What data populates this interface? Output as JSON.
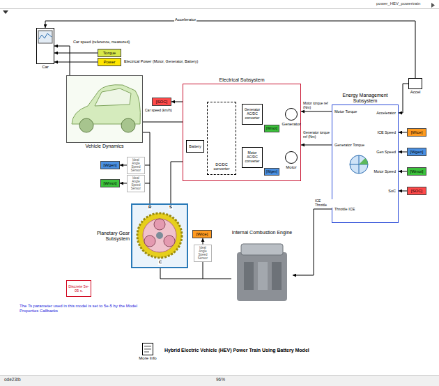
{
  "diagram": {
    "title": "Hybrid Electric Vehicle (HEV) Power Train Using Battery Model",
    "nodes": [
      {
        "text": [
          "Car"
        ]
      },
      {
        "text": [
          "Torque"
        ]
      },
      {
        "text": [
          "Power"
        ]
      },
      {
        "text": [
          "Vehicle Dynamics"
        ]
      },
      {
        "text": [
          "Electrical Subsystem"
        ]
      },
      {
        "text": [
          "Battery"
        ],
        "in": 4
      },
      {
        "text": [
          "DC/DC converter"
        ],
        "in": 4
      },
      {
        "text": [
          "Generator AC/DC converter"
        ],
        "in": 4
      },
      {
        "text": [
          "Motor AC/DC converter"
        ],
        "in": 4
      },
      {
        "text": [
          "[Wmot]"
        ],
        "in": 4
      },
      {
        "text": [
          "[Wgen]"
        ],
        "in": 4
      },
      {
        "text": [
          "Generator"
        ],
        "in": 4
      },
      {
        "text": [
          "Motor"
        ],
        "in": 4
      },
      {
        "text": [
          "Energy Management Subsystem",
          "Accelerator",
          "ICE Speed",
          "Gen Speed",
          "Motor Speed",
          "SoC",
          "Motor Torque",
          "Generator Torque",
          "Throttle ICE"
        ]
      },
      {
        "text": [
          "Accel"
        ]
      },
      {
        "text": [
          "[Wice]"
        ]
      },
      {
        "text": [
          "[Wgen]"
        ]
      },
      {
        "text": [
          "[Wmot]"
        ]
      },
      {
        "text": [
          "[SOC]"
        ]
      },
      {
        "text": [
          "[SOC]"
        ]
      },
      {
        "text": [
          "Ideal Angle Speed Sensor"
        ]
      },
      {
        "text": [
          "Ideal Angle Speed Sensor"
        ]
      },
      {
        "text": [
          "[Wgen]"
        ]
      },
      {
        "text": [
          "[Wmot]"
        ]
      },
      {
        "text": [
          "Planetary Gear Subsystem",
          "R",
          "S",
          "C"
        ]
      },
      {
        "text": [
          "Ideal Angle Speed Sensor"
        ]
      },
      {
        "text": [
          "[Wice]"
        ]
      },
      {
        "text": [
          "Internal Combustion Engine"
        ]
      },
      {
        "text": [
          "Discrete 5e-05 s."
        ]
      },
      {
        "text": [
          "More Info"
        ]
      }
    ],
    "edges": [
      {
        "from": 14,
        "to": 0,
        "label": "Accelerator",
        "arrow": "to"
      },
      {
        "from": 14,
        "to": 13,
        "arrow": "to"
      },
      {
        "from": 3,
        "to": 0,
        "label": "Car speed (reference, measured)",
        "arrow": "to"
      },
      {
        "from": 1,
        "to": 0,
        "arrow": "to"
      },
      {
        "from": 2,
        "to": 0,
        "arrow": "to"
      },
      {
        "from": 13,
        "to": 4,
        "label": "Motor torque ref (Nm)",
        "arrow": "to"
      },
      {
        "from": 13,
        "to": 4,
        "label": "Generator torque ref (Nm)",
        "arrow": "to"
      },
      {
        "from": 13,
        "to": 27,
        "label": "ICE Throttle",
        "arrow": "to"
      },
      {
        "from": 15,
        "to": 13,
        "arrow": "to"
      },
      {
        "from": 16,
        "to": 13,
        "arrow": "to"
      },
      {
        "from": 17,
        "to": 13,
        "arrow": "to"
      },
      {
        "from": 18,
        "to": 13,
        "arrow": "to"
      },
      {
        "from": 4,
        "to": 19,
        "arrow": "to"
      },
      {
        "from": 4,
        "to": 3,
        "arrow": "none"
      },
      {
        "from": 24,
        "to": 3,
        "arrow": "none"
      },
      {
        "from": 24,
        "to": 4,
        "arrow": "none"
      },
      {
        "from": 20,
        "to": 22,
        "arrow": "to"
      },
      {
        "from": 21,
        "to": 23,
        "arrow": "to"
      },
      {
        "from": 25,
        "to": 26,
        "arrow": "to"
      },
      {
        "from": 27,
        "to": 24,
        "arrow": "none"
      },
      {
        "from": 5,
        "to": 6,
        "arrow": "none"
      },
      {
        "from": 6,
        "to": 7,
        "arrow": "none"
      },
      {
        "from": 6,
        "to": 8,
        "arrow": "none"
      },
      {
        "from": 7,
        "to": 11,
        "arrow": "none"
      },
      {
        "from": 8,
        "to": 12,
        "arrow": "none"
      }
    ],
    "labels": [
      "power_HEV_powertrain",
      "Car speed (km/h)",
      "Electrical Power (Motor, Generator, Battery)",
      "The Ts parameter used in this model is set to 5e-5 by the Model Properties Callbacks",
      "ode23tb",
      "96%"
    ]
  }
}
